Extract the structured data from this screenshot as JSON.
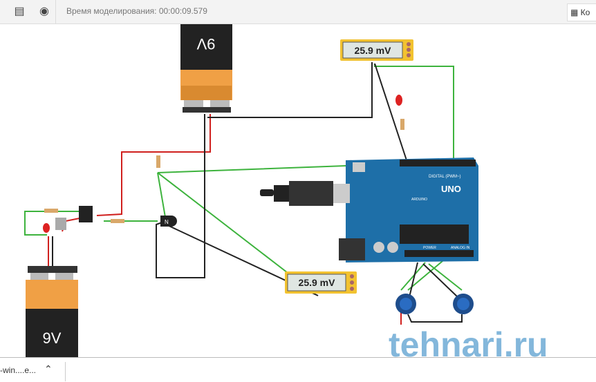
{
  "toolbar": {
    "notes_icon": "notes-icon",
    "view_icon": "eye-icon",
    "sim_time": "Время моделирования: 00:00:09.579",
    "code_label": "Ко",
    "code_icon": "code-icon"
  },
  "circuit": {
    "battery_top_label": "9V",
    "battery_bottom_label": "9V",
    "meter_top_value": "25.9 mV",
    "meter_bottom_value": "25.9 mV",
    "arduino_label": "UNO",
    "arduino_brand": "ARDUINO",
    "arduino_digital": "DIGITAL (PWM~)",
    "arduino_power": "POWER",
    "arduino_analog": "ANALOG IN",
    "transistor_label": "N",
    "watermark": "tehnari.ru",
    "colors": {
      "wire_green": "#3db33d",
      "wire_red": "#d0201e",
      "wire_black": "#222222",
      "board": "#1e6fa8",
      "battery": "#f0a045",
      "meter_border": "#f2c230"
    }
  },
  "downloads": {
    "file": "-win....e...",
    "chevron_icon": "chevron-up-icon"
  }
}
